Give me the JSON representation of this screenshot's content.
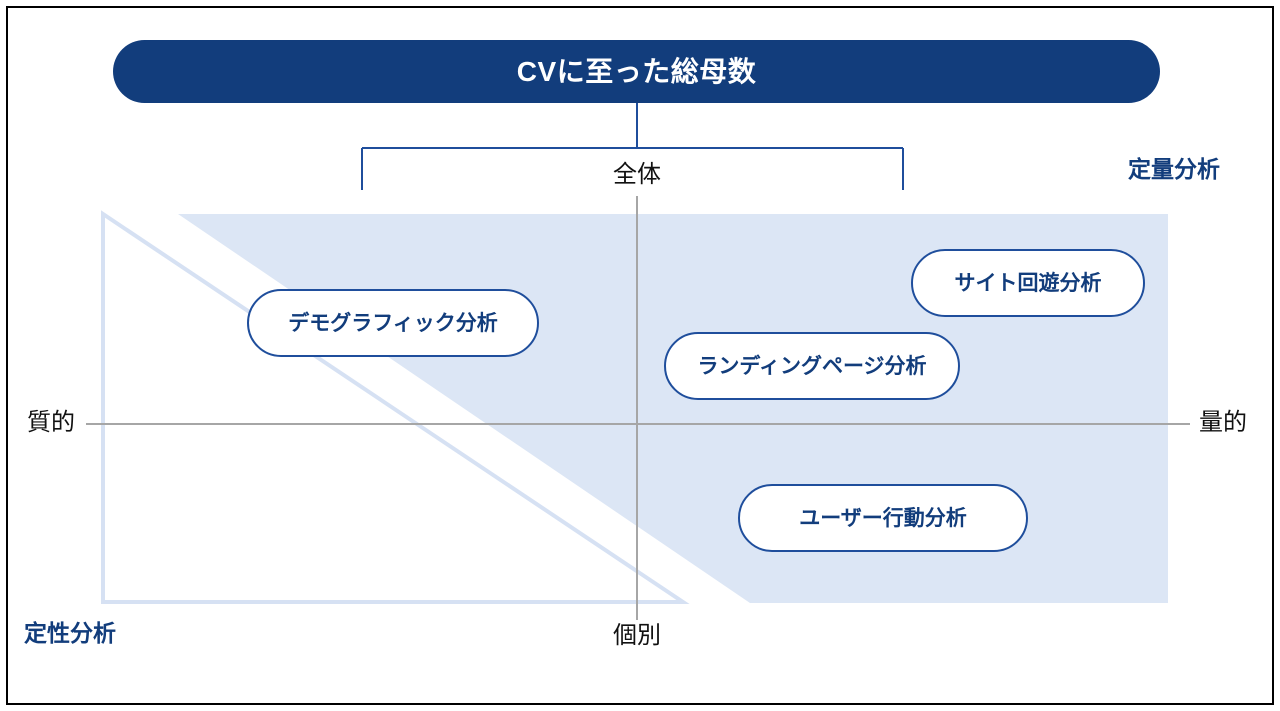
{
  "slide": {
    "title": "CVに至った総母数",
    "border_color": "#000000",
    "accent_navy": "#123D7C",
    "pill_border": "#1F4E9C",
    "fill_light_blue": "#DCE6F5",
    "outline_light_blue": "#D4E0F2",
    "axis_gray": "#A6A6A6"
  },
  "header": {
    "banner_label": "CVに至った総母数"
  },
  "connector": {
    "branch_label": "全体"
  },
  "axes": {
    "left_label": "質的",
    "right_label": "量的",
    "top_label": "全体",
    "bottom_label": "個別"
  },
  "corner_labels": {
    "top_right": "定量分析",
    "bottom_left": "定性分析"
  },
  "nodes": [
    {
      "id": "demographic",
      "label": "デモグラフィック分析"
    },
    {
      "id": "landing",
      "label": "ランディングページ分析"
    },
    {
      "id": "site",
      "label": "サイト回遊分析"
    },
    {
      "id": "user",
      "label": "ユーザー行動分析"
    }
  ],
  "chart_data": {
    "type": "scatter",
    "title": "CVに至った総母数",
    "xlabel": "質的 ↔ 量的",
    "ylabel": "全体 ↔ 個別",
    "x_axis": {
      "left": "質的",
      "right": "量的"
    },
    "y_axis": {
      "top": "全体",
      "bottom": "個別"
    },
    "quadrant_labels": {
      "top_right": "定量分析",
      "bottom_left": "定性分析"
    },
    "points": [
      {
        "label": "デモグラフィック分析",
        "x": 0.17,
        "y": 0.74
      },
      {
        "label": "ランディングページ分析",
        "x": 0.6,
        "y": 0.63
      },
      {
        "label": "サイト回遊分析",
        "x": 0.85,
        "y": 0.85
      },
      {
        "label": "ユーザー行動分析",
        "x": 0.72,
        "y": 0.24
      }
    ],
    "grid": false,
    "legend": "none"
  }
}
